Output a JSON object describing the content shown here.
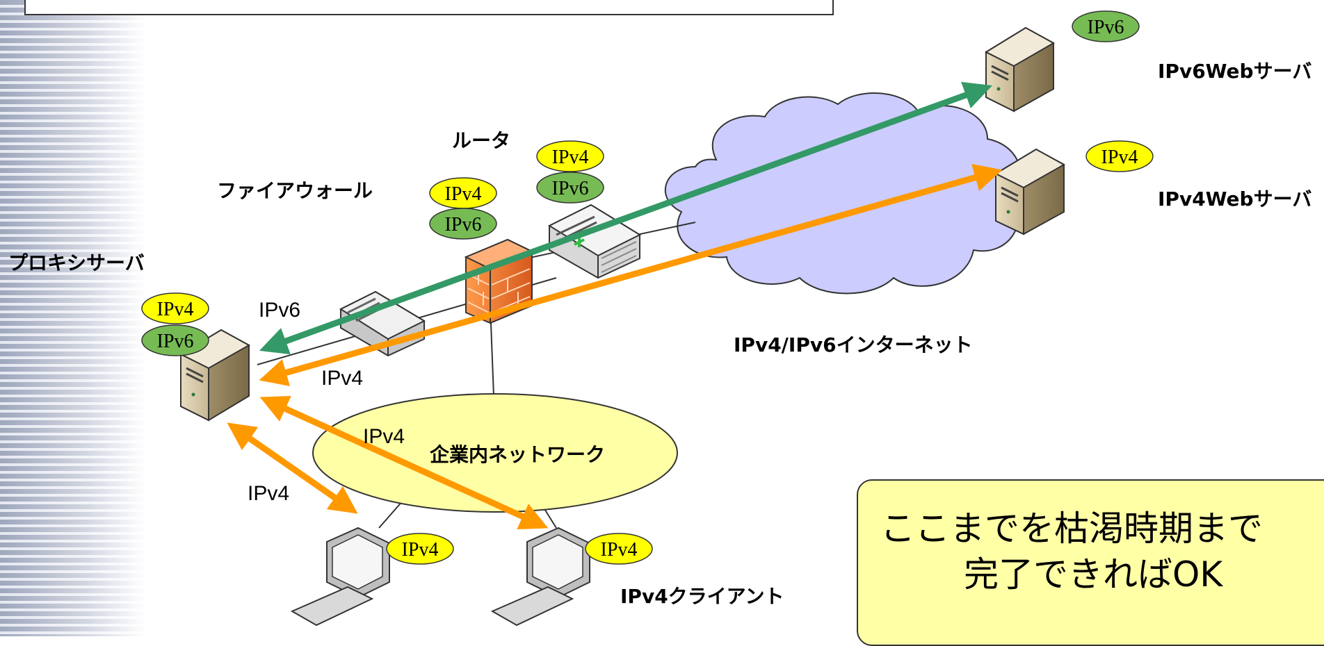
{
  "labels": {
    "router": "ルータ",
    "firewall": "ファイアウォール",
    "proxy": "プロキシサーバ",
    "ipv6_web": "IPv6Webサーバ",
    "ipv4_web": "IPv4Webサーバ",
    "internet": "IPv4/IPv6インターネット",
    "corp_network": "企業内ネットワーク",
    "client": "IPv4クライアント"
  },
  "link_labels": {
    "ipv6_upper": "IPv6",
    "ipv4_upper": "IPv4",
    "ipv4_mid": "IPv4",
    "ipv4_lower": "IPv4"
  },
  "badges": {
    "ipv6_web": "IPv6",
    "ipv4_web": "IPv4",
    "router_v4": "IPv4",
    "router_v6": "IPv6",
    "fw_v4": "IPv4",
    "fw_v6": "IPv6",
    "proxy_v4": "IPv4",
    "proxy_v6": "IPv6",
    "client1": "IPv4",
    "client2": "IPv4"
  },
  "note": {
    "line1": "ここまでを枯渇時期まで",
    "line2": "完了できればOK"
  },
  "colors": {
    "ipv4_badge": "#ffff00",
    "ipv6_badge": "#77bb55",
    "ipv4_arrow": "#ff9900",
    "ipv6_arrow": "#339966",
    "cloud": "#ccccff",
    "ellipse": "#ffffa6",
    "note_bg": "#ffffa6"
  }
}
